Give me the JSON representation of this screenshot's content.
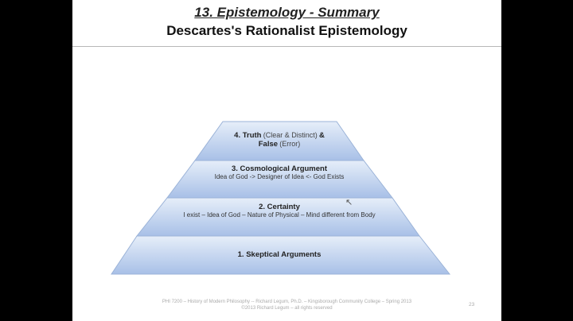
{
  "slide": {
    "title": "13. Epistemology - Summary",
    "subtitle": "Descartes's Rationalist Epistemology",
    "pyramid": [
      {
        "label": "4. Truth",
        "paren1": "(Clear & Distinct)",
        "amp": "&",
        "label2": "False",
        "paren2": "(Error)"
      },
      {
        "label": "3. Cosmological  Argument",
        "detail": "Idea of God -> Designer of Idea <- God Exists"
      },
      {
        "label": "2. Certainty",
        "detail": "I exist – Idea of God – Nature of Physical – Mind different from Body"
      },
      {
        "label": "1. Skeptical Arguments"
      }
    ],
    "footer_line1": "PHI 7200 – History of Modern Philosophy --  Richard Legum, Ph.D.  – Kingsborough Community College – Spring 2013",
    "footer_line2": "©2013  Richard Legum – all rights reserved",
    "page_number": "23"
  },
  "colors": {
    "tier_top": "#e4ecf8",
    "tier_bottom": "#a9c1e8",
    "tier_edge": "#9bb3d8"
  }
}
